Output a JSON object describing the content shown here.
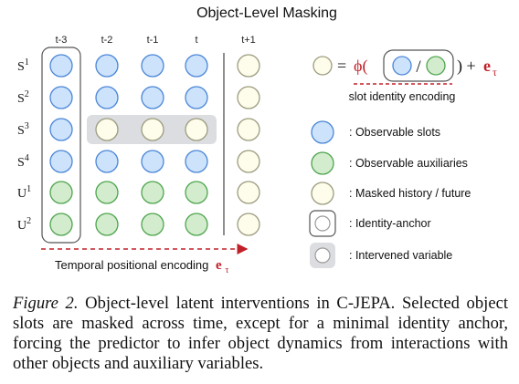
{
  "title": "Object-Level Masking",
  "time_labels": [
    "t-3",
    "t-2",
    "t-1",
    "t",
    "t+1"
  ],
  "row_labels": [
    {
      "base": "S",
      "sup": "1"
    },
    {
      "base": "S",
      "sup": "2"
    },
    {
      "base": "S",
      "sup": "3"
    },
    {
      "base": "S",
      "sup": "4"
    },
    {
      "base": "U",
      "sup": "1"
    },
    {
      "base": "U",
      "sup": "2"
    }
  ],
  "grid": [
    [
      "observable",
      "observable",
      "observable",
      "observable",
      "masked"
    ],
    [
      "observable",
      "observable",
      "observable",
      "observable",
      "masked"
    ],
    [
      "observable",
      "masked",
      "masked",
      "masked",
      "masked"
    ],
    [
      "observable",
      "observable",
      "observable",
      "observable",
      "masked"
    ],
    [
      "auxiliary",
      "auxiliary",
      "auxiliary",
      "auxiliary",
      "masked"
    ],
    [
      "auxiliary",
      "auxiliary",
      "auxiliary",
      "auxiliary",
      "masked"
    ]
  ],
  "intervened_row": 2,
  "anchor_column": 0,
  "formula": {
    "equals": "=",
    "phi": "ϕ(",
    "slash": "/",
    "close_plus": ") +",
    "e": "e",
    "tau": "τ",
    "under_label": "slot identity encoding"
  },
  "axis_label": {
    "text": "Temporal positional encoding",
    "e": "e",
    "tau": "τ"
  },
  "legend": [
    {
      "kind": "observable",
      "label": ": Observable slots"
    },
    {
      "kind": "auxiliary",
      "label": ": Observable auxiliaries"
    },
    {
      "kind": "masked",
      "label": ": Masked history / future"
    },
    {
      "kind": "anchor",
      "label": ": Identity-anchor"
    },
    {
      "kind": "intervened",
      "label": ": Intervened variable"
    }
  ],
  "caption": {
    "label": "Figure 2.",
    "text": "Object-level latent interventions in C-JEPA. Selected object slots are masked across time, except for a minimal identity anchor, forcing the predictor to infer object dynamics from interactions with other objects and auxiliary variables."
  },
  "colors": {
    "observable_fill": "#cde3fb",
    "observable_stroke": "#4a86d8",
    "auxiliary_fill": "#d3ecce",
    "auxiliary_stroke": "#4ea54e",
    "masked_fill": "#fefcea",
    "masked_stroke": "#9c9c80",
    "intervened_bg": "#dcdde0",
    "accent_red": "#c0202a"
  }
}
